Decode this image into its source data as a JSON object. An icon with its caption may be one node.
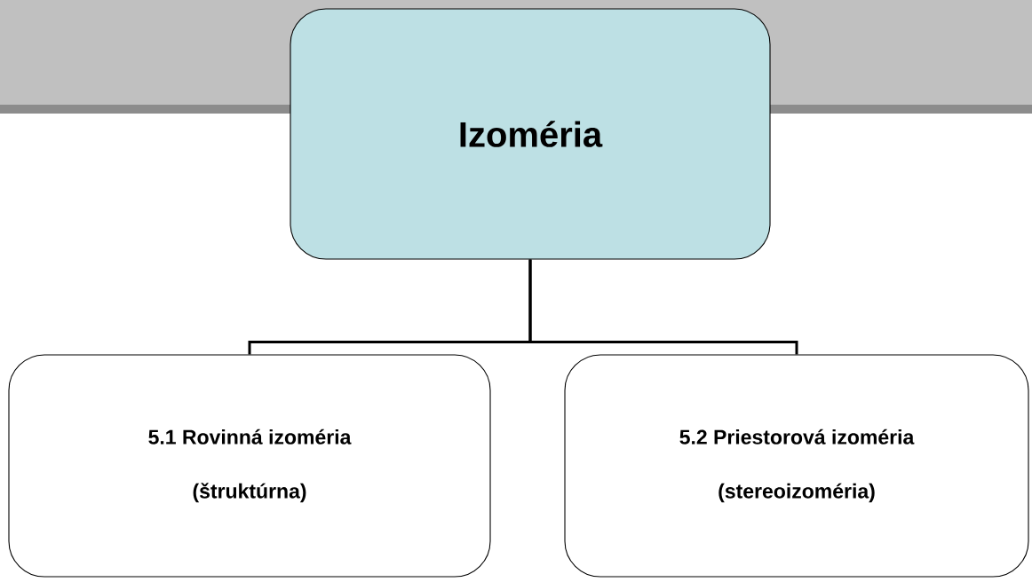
{
  "diagram": {
    "nodes": [
      {
        "text": [
          "Izoméria"
        ]
      },
      {
        "text": [
          "5.1 Rovinná izoméria",
          "(štruktúrna)"
        ]
      },
      {
        "text": [
          "5.2 Priestorová izoméria",
          "(stereoizoméria)"
        ]
      }
    ],
    "edges": [
      {
        "from": 0,
        "to": 1,
        "arrow": "none"
      },
      {
        "from": 0,
        "to": 2,
        "arrow": "none"
      }
    ]
  }
}
